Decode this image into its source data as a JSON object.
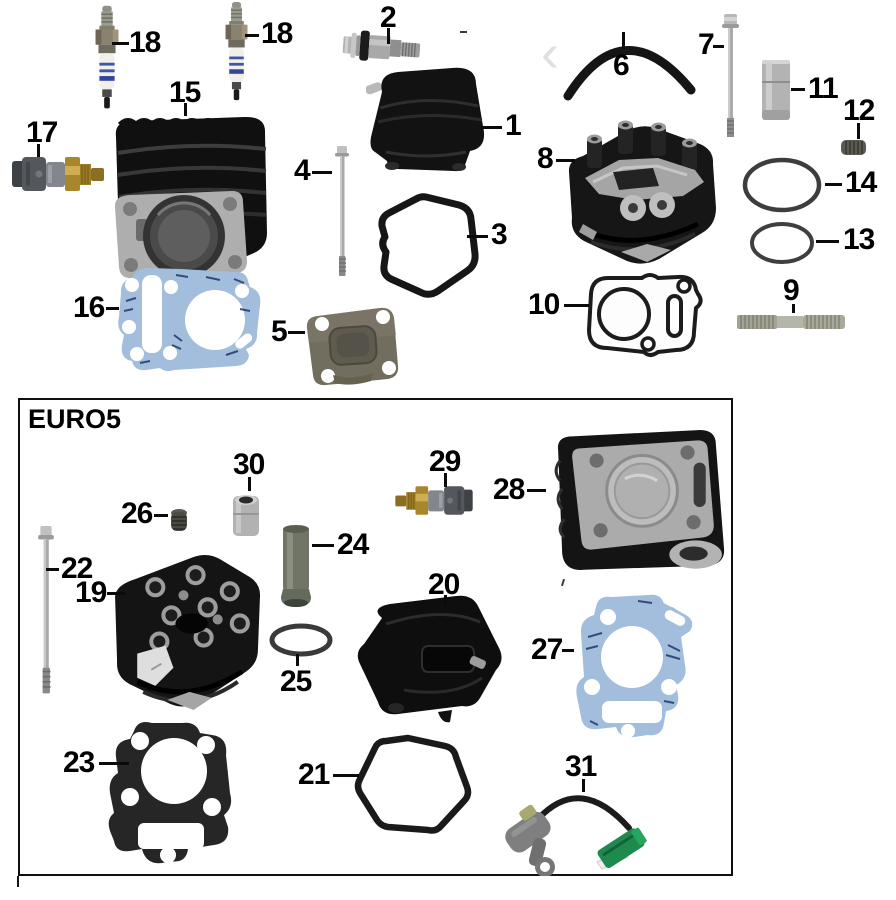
{
  "page": {
    "background": "#ffffff"
  },
  "carousel": {
    "prev_icon": "‹"
  },
  "euro5_box": {
    "label": "EURO5"
  },
  "part_labels": {
    "1": "1",
    "2": "2",
    "3": "3",
    "4": "4",
    "5": "5",
    "6": "6",
    "7": "7",
    "8": "8",
    "9": "9",
    "10": "10",
    "11": "11",
    "12": "12",
    "13": "13",
    "14": "14",
    "15": "15",
    "16": "16",
    "17": "17",
    "18": "18",
    "19": "19",
    "20": "20",
    "21": "21",
    "22": "22",
    "23": "23",
    "24": "24",
    "25": "25",
    "26": "26",
    "27": "27",
    "28": "28",
    "29": "29",
    "30": "30",
    "31": "31"
  },
  "colors": {
    "label_text": "#000000",
    "leader_line": "#0a0a0a",
    "box_border": "#101010",
    "part_black": "#141414",
    "metal_silver": "#b0b0b0",
    "brass": "#b08d2e",
    "gasket_blue": "#a3bedd",
    "gasket_marking_navy": "#22366b",
    "oring_gray": "#3d3d3d",
    "connector_green": "#1e8a4e",
    "ceramic_white": "#f0efe9",
    "plug_stripe_blue": "#3c55a5",
    "chevron_gray": "#e0e0e0"
  }
}
